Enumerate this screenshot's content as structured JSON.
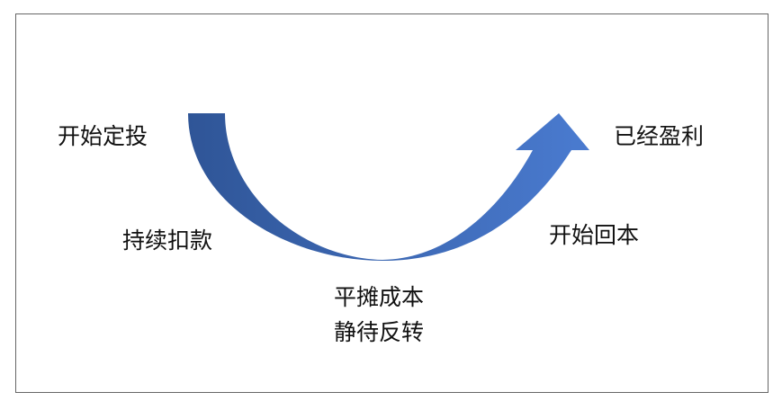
{
  "labels": {
    "start_invest": "开始定投",
    "continue_deduct": "持续扣款",
    "average_cost": "平摊成本",
    "wait_reversal": "静待反转",
    "start_recover": "开始回本",
    "profit": "已经盈利"
  },
  "colors": {
    "arrow_dark": "#2f5597",
    "arrow_light": "#4a7bd0"
  }
}
